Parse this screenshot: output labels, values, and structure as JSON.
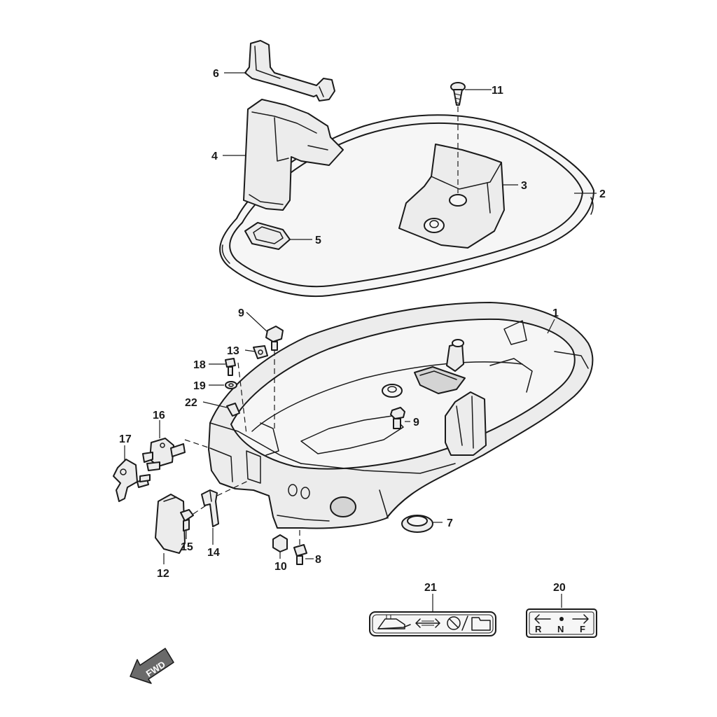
{
  "callouts": {
    "c1": "1",
    "c2": "2",
    "c3": "3",
    "c4": "4",
    "c5": "5",
    "c6": "6",
    "c7": "7",
    "c8": "8",
    "c9a": "9",
    "c9b": "9",
    "c10": "10",
    "c11": "11",
    "c12": "12",
    "c13": "13",
    "c14": "14",
    "c15": "15",
    "c16": "16",
    "c17": "17",
    "c18": "18",
    "c19": "19",
    "c20": "20",
    "c21": "21",
    "c22": "22"
  },
  "decal_20": {
    "reverse": "R",
    "neutral": "N",
    "forward": "F"
  },
  "fwd_arrow": {
    "label": "FWD"
  }
}
